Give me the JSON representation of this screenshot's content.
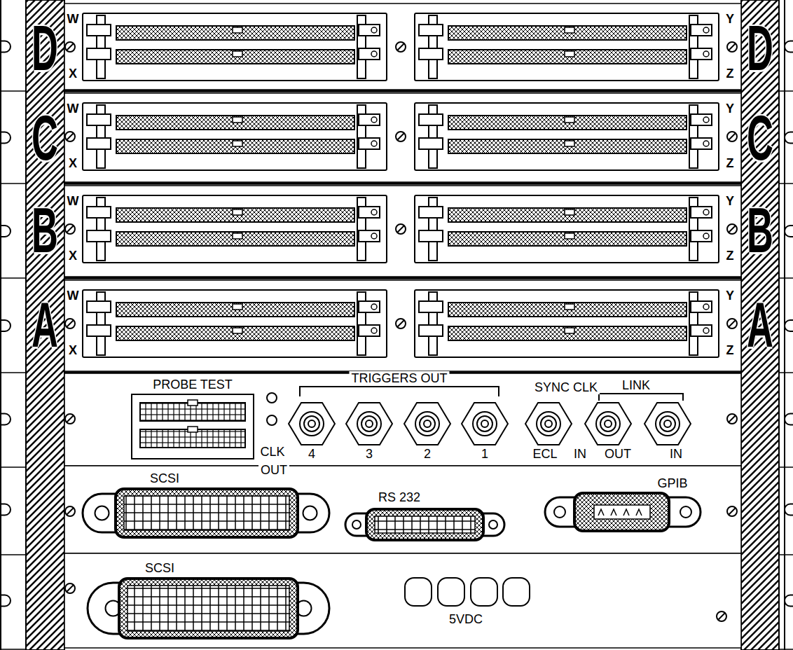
{
  "diagram": {
    "labels": [
      "D",
      "W",
      "X",
      "Y",
      "Z",
      "D",
      "C",
      "W",
      "X",
      "Y",
      "Z",
      "C",
      "B",
      "W",
      "X",
      "Y",
      "Z",
      "B",
      "A",
      "W",
      "X",
      "Y",
      "Z",
      "A",
      "PROBE TEST",
      "TRIGGERS OUT",
      "SYNC CLK",
      "LINK",
      "CLK",
      "OUT",
      "4",
      "3",
      "2",
      "1",
      "ECL",
      "IN",
      "OUT",
      "IN",
      "SCSI",
      "RS 232",
      "GPIB",
      "SCSI",
      "5VDC"
    ]
  }
}
